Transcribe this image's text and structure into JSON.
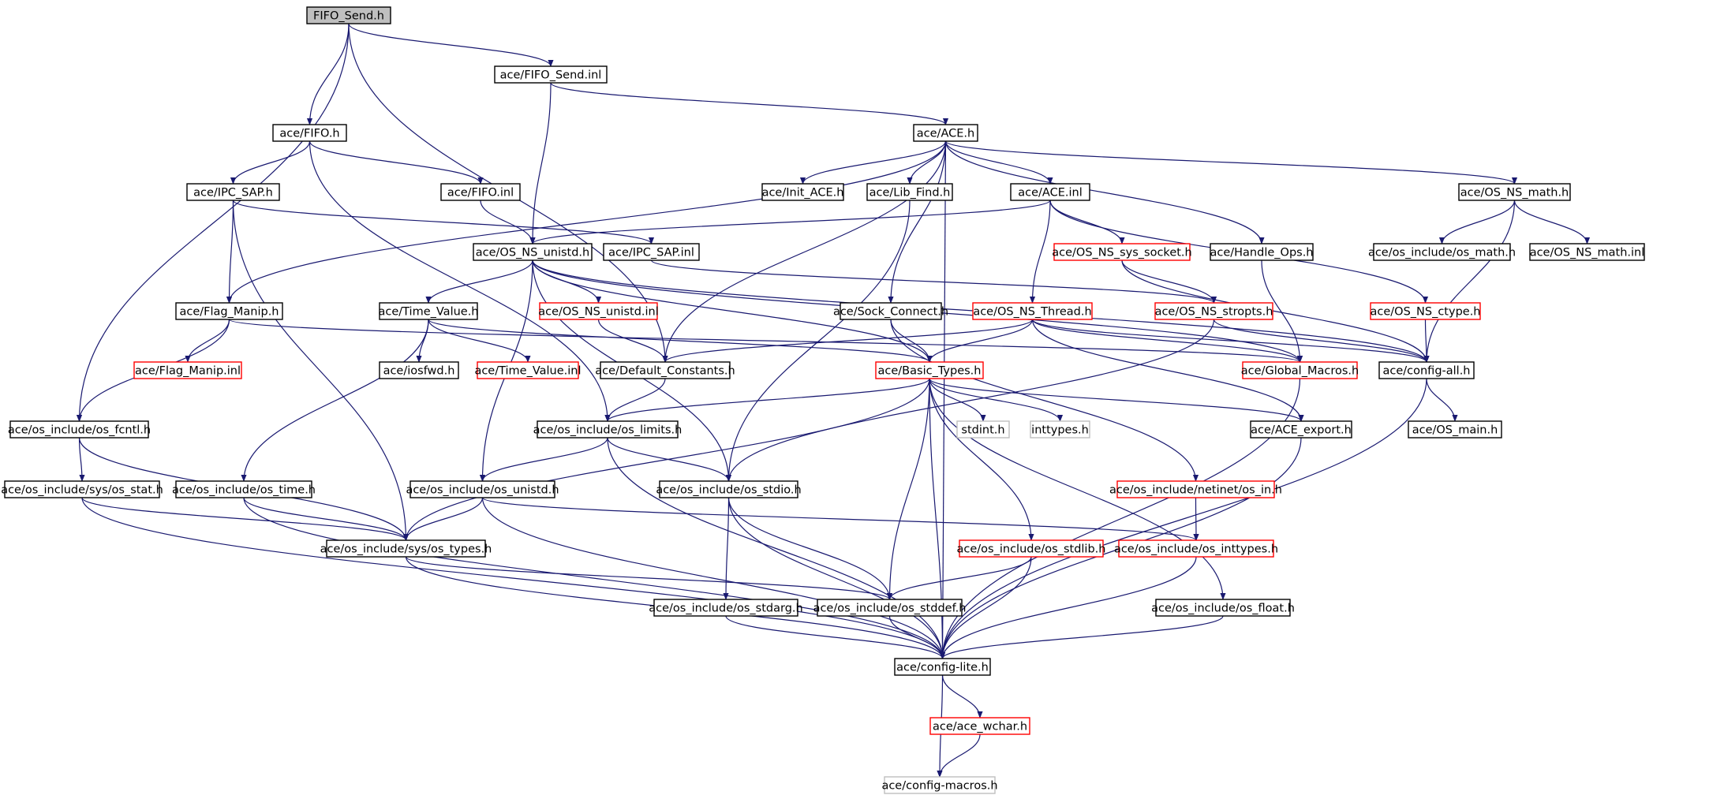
{
  "colors": {
    "edge": "#191970",
    "arrow": "#191970",
    "text": "#000000",
    "border_normal": "#000000",
    "border_red": "#ff0000",
    "border_gray": "#bfbfbf",
    "fill_root": "#bfbfbf",
    "fill_default": "#ffffff"
  },
  "nodes": [
    {
      "id": "fifo_send_h",
      "label": "FIFO_Send.h",
      "style": "root"
    },
    {
      "id": "fifo_send_inl",
      "label": "ace/FIFO_Send.inl",
      "style": "normal"
    },
    {
      "id": "fifo_h",
      "label": "ace/FIFO.h",
      "style": "normal"
    },
    {
      "id": "ace_h",
      "label": "ace/ACE.h",
      "style": "normal"
    },
    {
      "id": "ipc_sap_h",
      "label": "ace/IPC_SAP.h",
      "style": "normal"
    },
    {
      "id": "fifo_inl",
      "label": "ace/FIFO.inl",
      "style": "normal"
    },
    {
      "id": "init_ace_h",
      "label": "ace/Init_ACE.h",
      "style": "normal"
    },
    {
      "id": "lib_find_h",
      "label": "ace/Lib_Find.h",
      "style": "normal"
    },
    {
      "id": "ace_inl",
      "label": "ace/ACE.inl",
      "style": "normal"
    },
    {
      "id": "os_ns_math_h",
      "label": "ace/OS_NS_math.h",
      "style": "normal"
    },
    {
      "id": "os_ns_unistd_h",
      "label": "ace/OS_NS_unistd.h",
      "style": "normal"
    },
    {
      "id": "ipc_sap_inl",
      "label": "ace/IPC_SAP.inl",
      "style": "normal"
    },
    {
      "id": "os_ns_sys_socket_h",
      "label": "ace/OS_NS_sys_socket.h",
      "style": "red"
    },
    {
      "id": "handle_ops_h",
      "label": "ace/Handle_Ops.h",
      "style": "normal"
    },
    {
      "id": "os_math_h",
      "label": "ace/os_include/os_math.h",
      "style": "normal"
    },
    {
      "id": "os_ns_math_inl",
      "label": "ace/OS_NS_math.inl",
      "style": "normal"
    },
    {
      "id": "flag_manip_h",
      "label": "ace/Flag_Manip.h",
      "style": "normal"
    },
    {
      "id": "time_value_h",
      "label": "ace/Time_Value.h",
      "style": "normal"
    },
    {
      "id": "os_ns_unistd_inl",
      "label": "ace/OS_NS_unistd.inl",
      "style": "red"
    },
    {
      "id": "sock_connect_h",
      "label": "ace/Sock_Connect.h",
      "style": "normal"
    },
    {
      "id": "os_ns_thread_h",
      "label": "ace/OS_NS_Thread.h",
      "style": "red"
    },
    {
      "id": "os_ns_stropts_h",
      "label": "ace/OS_NS_stropts.h",
      "style": "red"
    },
    {
      "id": "os_ns_ctype_h",
      "label": "ace/OS_NS_ctype.h",
      "style": "red"
    },
    {
      "id": "flag_manip_inl",
      "label": "ace/Flag_Manip.inl",
      "style": "red"
    },
    {
      "id": "iosfwd_h",
      "label": "ace/iosfwd.h",
      "style": "normal"
    },
    {
      "id": "time_value_inl",
      "label": "ace/Time_Value.inl",
      "style": "red"
    },
    {
      "id": "default_constants_h",
      "label": "ace/Default_Constants.h",
      "style": "normal"
    },
    {
      "id": "basic_types_h",
      "label": "ace/Basic_Types.h",
      "style": "red"
    },
    {
      "id": "global_macros_h",
      "label": "ace/Global_Macros.h",
      "style": "red"
    },
    {
      "id": "config_all_h",
      "label": "ace/config-all.h",
      "style": "normal"
    },
    {
      "id": "os_fcntl_h",
      "label": "ace/os_include/os_fcntl.h",
      "style": "normal"
    },
    {
      "id": "os_limits_h",
      "label": "ace/os_include/os_limits.h",
      "style": "normal"
    },
    {
      "id": "stdint_h",
      "label": "stdint.h",
      "style": "gray"
    },
    {
      "id": "inttypes_h",
      "label": "inttypes.h",
      "style": "gray"
    },
    {
      "id": "ace_export_h",
      "label": "ace/ACE_export.h",
      "style": "normal"
    },
    {
      "id": "os_main_h",
      "label": "ace/OS_main.h",
      "style": "normal"
    },
    {
      "id": "sys_os_stat_h",
      "label": "ace/os_include/sys/os_stat.h",
      "style": "normal"
    },
    {
      "id": "os_time_h",
      "label": "ace/os_include/os_time.h",
      "style": "normal"
    },
    {
      "id": "os_unistd_h",
      "label": "ace/os_include/os_unistd.h",
      "style": "normal"
    },
    {
      "id": "os_stdio_h",
      "label": "ace/os_include/os_stdio.h",
      "style": "normal"
    },
    {
      "id": "os_in_h",
      "label": "ace/os_include/netinet/os_in.h",
      "style": "red"
    },
    {
      "id": "sys_os_types_h",
      "label": "ace/os_include/sys/os_types.h",
      "style": "normal"
    },
    {
      "id": "os_stdlib_h",
      "label": "ace/os_include/os_stdlib.h",
      "style": "red"
    },
    {
      "id": "os_inttypes_h",
      "label": "ace/os_include/os_inttypes.h",
      "style": "red"
    },
    {
      "id": "os_stdarg_h",
      "label": "ace/os_include/os_stdarg.h",
      "style": "normal"
    },
    {
      "id": "os_stddef_h",
      "label": "ace/os_include/os_stddef.h",
      "style": "normal"
    },
    {
      "id": "os_float_h",
      "label": "ace/os_include/os_float.h",
      "style": "normal"
    },
    {
      "id": "config_lite_h",
      "label": "ace/config-lite.h",
      "style": "normal"
    },
    {
      "id": "ace_wchar_h",
      "label": "ace/ace_wchar.h",
      "style": "red"
    },
    {
      "id": "config_macros_h",
      "label": "ace/config-macros.h",
      "style": "gray"
    }
  ],
  "edges": [
    [
      "fifo_send_h",
      "fifo_send_inl"
    ],
    [
      "fifo_send_h",
      "fifo_h"
    ],
    [
      "fifo_send_h",
      "os_fcntl_h"
    ],
    [
      "fifo_send_h",
      "default_constants_h"
    ],
    [
      "fifo_send_inl",
      "ace_h"
    ],
    [
      "fifo_send_inl",
      "os_ns_unistd_h"
    ],
    [
      "fifo_h",
      "ipc_sap_h"
    ],
    [
      "fifo_h",
      "fifo_inl"
    ],
    [
      "fifo_h",
      "os_limits_h"
    ],
    [
      "ace_h",
      "init_ace_h"
    ],
    [
      "ace_h",
      "lib_find_h"
    ],
    [
      "ace_h",
      "ace_inl"
    ],
    [
      "ace_h",
      "os_ns_math_h"
    ],
    [
      "ace_h",
      "handle_ops_h"
    ],
    [
      "ace_h",
      "sock_connect_h"
    ],
    [
      "ace_h",
      "flag_manip_h"
    ],
    [
      "ace_h",
      "default_constants_h"
    ],
    [
      "ace_h",
      "config_lite_h"
    ],
    [
      "ipc_sap_h",
      "ipc_sap_inl"
    ],
    [
      "ipc_sap_h",
      "flag_manip_h"
    ],
    [
      "ipc_sap_h",
      "sys_os_types_h"
    ],
    [
      "fifo_inl",
      "os_ns_unistd_h"
    ],
    [
      "lib_find_h",
      "os_stdio_h"
    ],
    [
      "ace_inl",
      "os_ns_unistd_h"
    ],
    [
      "ace_inl",
      "os_ns_sys_socket_h"
    ],
    [
      "ace_inl",
      "os_ns_thread_h"
    ],
    [
      "ace_inl",
      "os_ns_ctype_h"
    ],
    [
      "os_ns_math_h",
      "os_math_h"
    ],
    [
      "os_ns_math_h",
      "os_ns_math_inl"
    ],
    [
      "os_ns_math_h",
      "config_all_h"
    ],
    [
      "os_ns_unistd_h",
      "time_value_h"
    ],
    [
      "os_ns_unistd_h",
      "os_ns_unistd_inl"
    ],
    [
      "os_ns_unistd_h",
      "basic_types_h"
    ],
    [
      "os_ns_unistd_h",
      "global_macros_h"
    ],
    [
      "os_ns_unistd_h",
      "config_all_h"
    ],
    [
      "os_ns_unistd_h",
      "os_unistd_h"
    ],
    [
      "os_ns_unistd_h",
      "os_stdio_h"
    ],
    [
      "ipc_sap_inl",
      "os_ns_stropts_h"
    ],
    [
      "os_ns_sys_socket_h",
      "os_ns_stropts_h"
    ],
    [
      "os_ns_sys_socket_h",
      "config_all_h"
    ],
    [
      "handle_ops_h",
      "global_macros_h"
    ],
    [
      "flag_manip_h",
      "flag_manip_inl"
    ],
    [
      "flag_manip_h",
      "os_fcntl_h"
    ],
    [
      "flag_manip_h",
      "global_macros_h"
    ],
    [
      "time_value_h",
      "iosfwd_h"
    ],
    [
      "time_value_h",
      "time_value_inl"
    ],
    [
      "time_value_h",
      "basic_types_h"
    ],
    [
      "time_value_h",
      "os_time_h"
    ],
    [
      "os_ns_unistd_inl",
      "default_constants_h"
    ],
    [
      "sock_connect_h",
      "basic_types_h"
    ],
    [
      "sock_connect_h",
      "os_in_h"
    ],
    [
      "os_ns_thread_h",
      "default_constants_h"
    ],
    [
      "os_ns_thread_h",
      "basic_types_h"
    ],
    [
      "os_ns_thread_h",
      "global_macros_h"
    ],
    [
      "os_ns_thread_h",
      "ace_export_h"
    ],
    [
      "os_ns_thread_h",
      "config_all_h"
    ],
    [
      "os_ns_stropts_h",
      "config_all_h"
    ],
    [
      "os_ns_stropts_h",
      "os_stdio_h"
    ],
    [
      "os_ns_ctype_h",
      "config_all_h"
    ],
    [
      "default_constants_h",
      "os_limits_h"
    ],
    [
      "basic_types_h",
      "os_limits_h"
    ],
    [
      "basic_types_h",
      "stdint_h"
    ],
    [
      "basic_types_h",
      "inttypes_h"
    ],
    [
      "basic_types_h",
      "ace_export_h"
    ],
    [
      "basic_types_h",
      "sys_os_types_h"
    ],
    [
      "basic_types_h",
      "os_stddef_h"
    ],
    [
      "basic_types_h",
      "os_stdlib_h"
    ],
    [
      "basic_types_h",
      "os_float_h"
    ],
    [
      "basic_types_h",
      "config_lite_h"
    ],
    [
      "global_macros_h",
      "config_lite_h"
    ],
    [
      "config_all_h",
      "os_main_h"
    ],
    [
      "config_all_h",
      "config_lite_h"
    ],
    [
      "os_fcntl_h",
      "sys_os_stat_h"
    ],
    [
      "os_fcntl_h",
      "sys_os_types_h"
    ],
    [
      "os_limits_h",
      "os_unistd_h"
    ],
    [
      "os_limits_h",
      "os_stdio_h"
    ],
    [
      "os_limits_h",
      "config_lite_h"
    ],
    [
      "ace_export_h",
      "config_lite_h"
    ],
    [
      "sys_os_stat_h",
      "sys_os_types_h"
    ],
    [
      "sys_os_stat_h",
      "config_lite_h"
    ],
    [
      "os_time_h",
      "sys_os_types_h"
    ],
    [
      "os_time_h",
      "config_lite_h"
    ],
    [
      "os_unistd_h",
      "sys_os_types_h"
    ],
    [
      "os_unistd_h",
      "os_inttypes_h"
    ],
    [
      "os_unistd_h",
      "config_lite_h"
    ],
    [
      "os_stdio_h",
      "os_stdarg_h"
    ],
    [
      "os_stdio_h",
      "os_stddef_h"
    ],
    [
      "os_stdio_h",
      "config_lite_h"
    ],
    [
      "os_in_h",
      "os_inttypes_h"
    ],
    [
      "sys_os_types_h",
      "os_stddef_h"
    ],
    [
      "sys_os_types_h",
      "config_lite_h"
    ],
    [
      "os_stdlib_h",
      "os_stddef_h"
    ],
    [
      "os_stdlib_h",
      "config_lite_h"
    ],
    [
      "os_inttypes_h",
      "config_lite_h"
    ],
    [
      "os_stdarg_h",
      "config_lite_h"
    ],
    [
      "os_stddef_h",
      "config_lite_h"
    ],
    [
      "os_float_h",
      "config_lite_h"
    ],
    [
      "config_lite_h",
      "ace_wchar_h"
    ],
    [
      "config_lite_h",
      "config_macros_h"
    ],
    [
      "ace_wchar_h",
      "config_macros_h"
    ]
  ]
}
